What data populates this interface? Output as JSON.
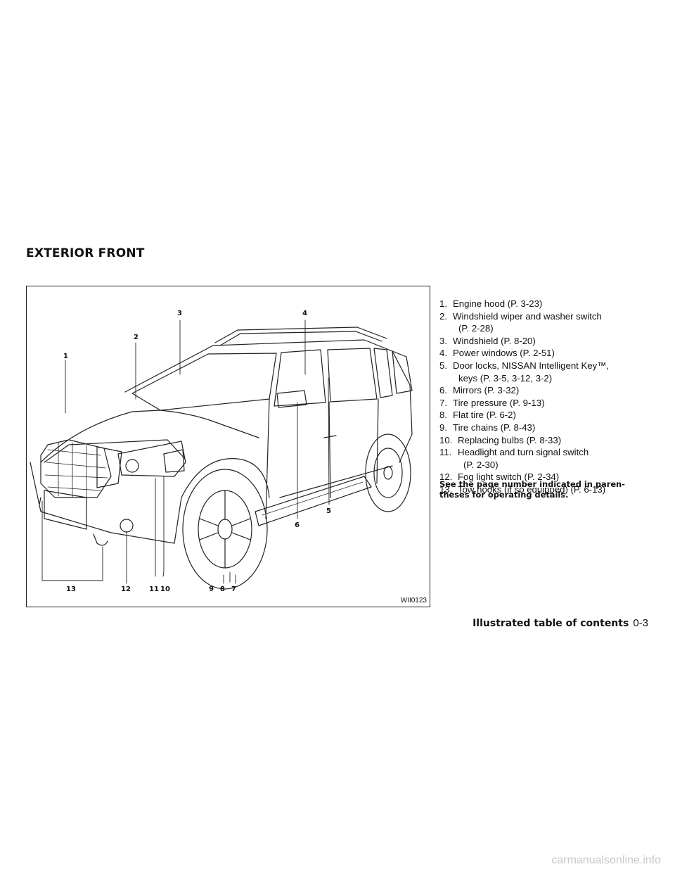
{
  "section": {
    "title": "EXTERIOR FRONT"
  },
  "figure": {
    "id": "WII0123",
    "callouts": [
      "1",
      "2",
      "3",
      "4",
      "5",
      "6",
      "13",
      "12",
      "11",
      "10",
      "9",
      "8",
      "7"
    ]
  },
  "legend": [
    {
      "num": "1.",
      "text": "Engine hood (P. 3-23)",
      "cont": ""
    },
    {
      "num": "2.",
      "text": "Windshield wiper and washer switch",
      "cont": "(P. 2-28)"
    },
    {
      "num": "3.",
      "text": "Windshield (P. 8-20)",
      "cont": ""
    },
    {
      "num": "4.",
      "text": "Power windows (P. 2-51)",
      "cont": ""
    },
    {
      "num": "5.",
      "text": "Door locks, NISSAN Intelligent Key™,",
      "cont": "keys (P. 3-5, 3-12, 3-2)"
    },
    {
      "num": "6.",
      "text": "Mirrors (P. 3-32)",
      "cont": ""
    },
    {
      "num": "7.",
      "text": "Tire pressure (P. 9-13)",
      "cont": ""
    },
    {
      "num": "8.",
      "text": "Flat tire (P. 6-2)",
      "cont": ""
    },
    {
      "num": "9.",
      "text": "Tire chains (P. 8-43)",
      "cont": ""
    },
    {
      "num": "10.",
      "text": "Replacing bulbs (P. 8-33)",
      "cont": ""
    },
    {
      "num": "11.",
      "text": "Headlight and turn signal switch",
      "cont": "(P. 2-30)"
    },
    {
      "num": "12.",
      "text": "Fog light switch (P. 2-34)",
      "cont": ""
    },
    {
      "num": "13.",
      "text": "Tow hooks (if so equipped) (P. 6-13)",
      "cont": ""
    }
  ],
  "note": "See the page number indicated in paren- theses for operating details.",
  "note_line1": "See the page number indicated in paren-",
  "note_line2": "theses for operating details.",
  "footer": {
    "label": "Illustrated table of contents",
    "page": "0-3"
  },
  "watermark": "carmanualsonline.info"
}
